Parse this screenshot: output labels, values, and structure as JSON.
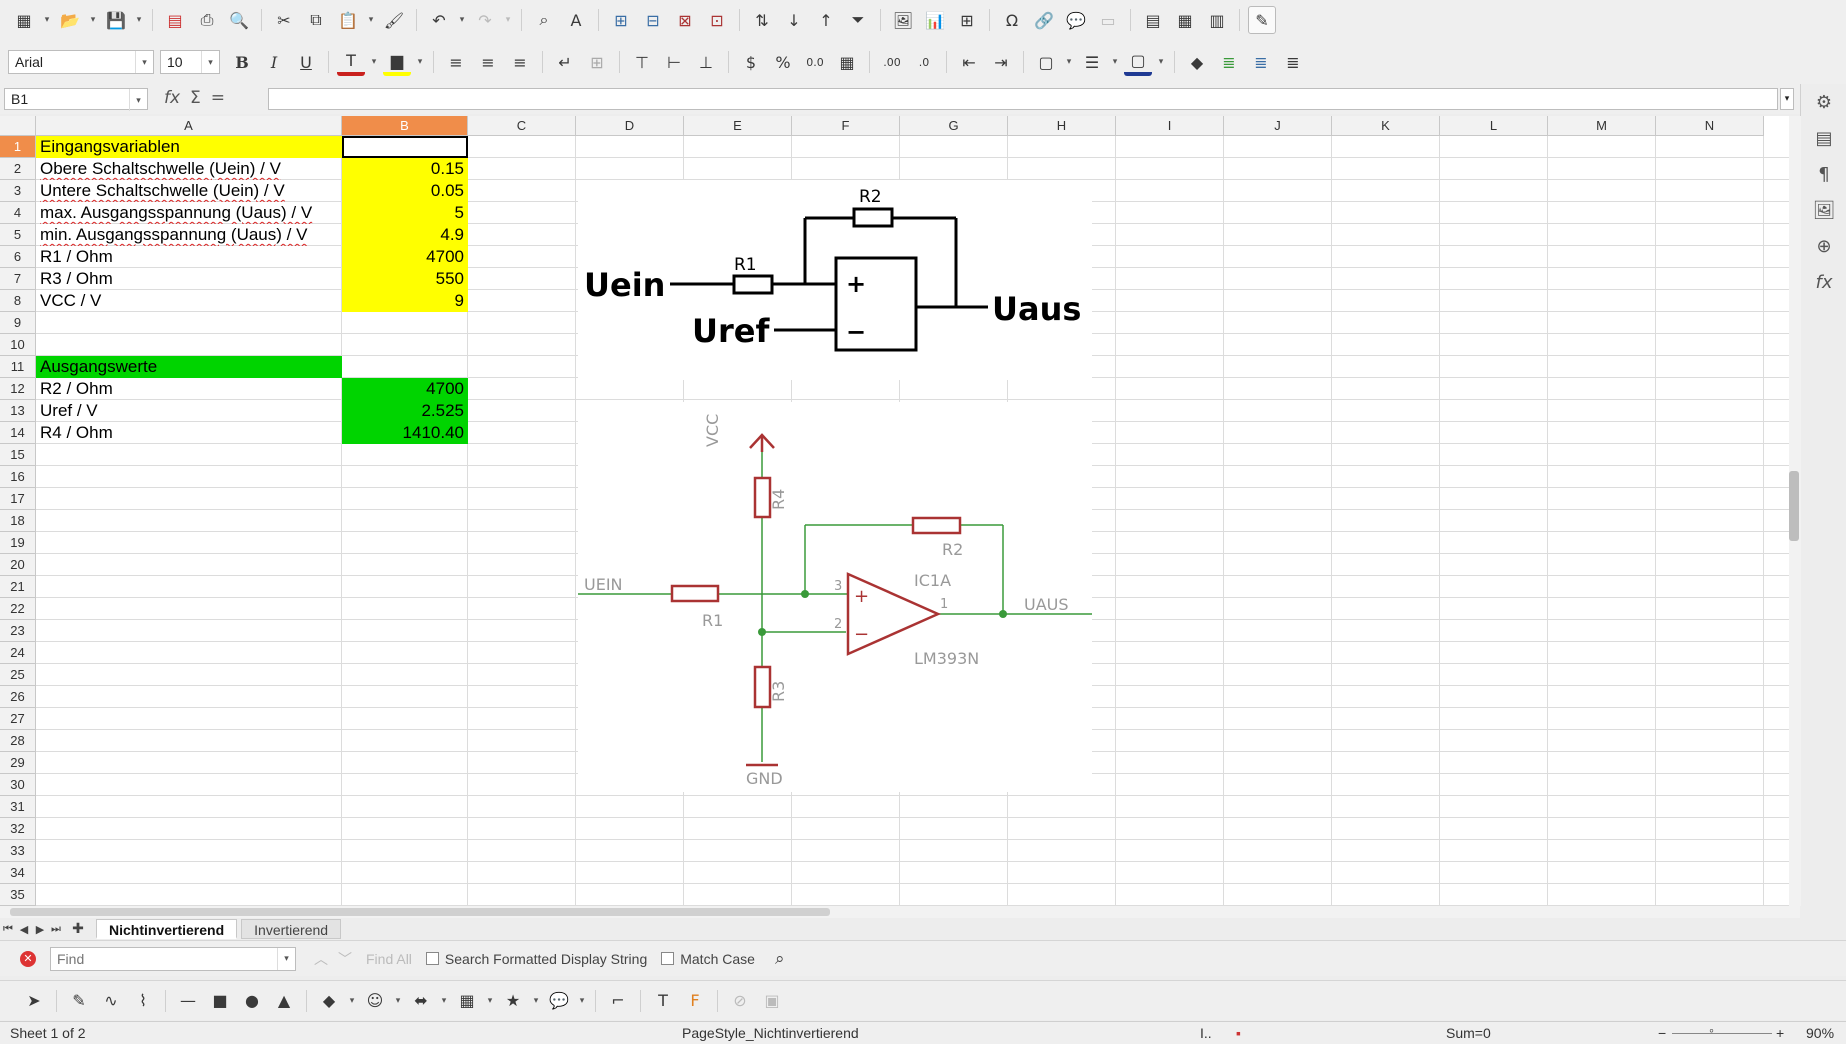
{
  "formatting": {
    "font_name": "Arial",
    "font_size": "10"
  },
  "formula_bar": {
    "name_box": "B1",
    "content": ""
  },
  "columns": [
    "A",
    "B",
    "C",
    "D",
    "E",
    "F",
    "G",
    "H",
    "I",
    "J",
    "K",
    "L",
    "M",
    "N"
  ],
  "rows": [
    "1",
    "2",
    "3",
    "4",
    "5",
    "6",
    "7",
    "8",
    "9",
    "10",
    "11",
    "12",
    "13",
    "14",
    "15",
    "16",
    "17",
    "18",
    "19",
    "20",
    "21",
    "22",
    "23",
    "24",
    "25",
    "26",
    "27",
    "28",
    "29",
    "30",
    "31",
    "32",
    "33",
    "34",
    "35"
  ],
  "selected": {
    "column": "B",
    "row": "1"
  },
  "cells": {
    "a1": "Eingangsvariablen",
    "a2": "Obere Schaltschwelle (Uein) / V",
    "b2": "0.15",
    "a3": "Untere Schaltschwelle (Uein) / V",
    "b3": "0.05",
    "a4": "max. Ausgangsspannung (Uaus) / V",
    "b4": "5",
    "a5": "min. Ausgangsspannung (Uaus) / V",
    "b5": "4.9",
    "a6": "R1 / Ohm",
    "b6": "4700",
    "a7": "R3 / Ohm",
    "b7": "550",
    "a8": "VCC / V",
    "b8": "9",
    "a11": "Ausgangswerte",
    "a12": "R2 / Ohm",
    "b12": "4700",
    "a13": "Uref / V",
    "b13": "2.525",
    "a14": "R4 / Ohm",
    "b14": "1410.40"
  },
  "diagram1": {
    "r2": "R2",
    "r1": "R1",
    "uein": "Uein",
    "uref": "Uref",
    "uaus": "Uaus",
    "plus": "+",
    "minus": "−"
  },
  "diagram2": {
    "vcc": "VCC",
    "r4": "R4",
    "r2": "R2",
    "r1": "R1",
    "r3": "R3",
    "uein": "UEIN",
    "uaus": "UAUS",
    "ic": "IC1A",
    "part": "LM393N",
    "pin3": "3",
    "pin2": "2",
    "pin1": "1",
    "plus": "+",
    "minus": "−",
    "gnd": "GND"
  },
  "sheet_tabs": [
    "Nichtinvertierend",
    "Invertierend"
  ],
  "find_bar": {
    "placeholder": "Find",
    "find_all": "Find All",
    "formatted": "Search Formatted Display String",
    "match_case": "Match Case"
  },
  "status": {
    "sheet": "Sheet 1 of 2",
    "page_style": "PageStyle_Nichtinvertierend",
    "sum": "Sum=0",
    "zoom": "90%"
  }
}
